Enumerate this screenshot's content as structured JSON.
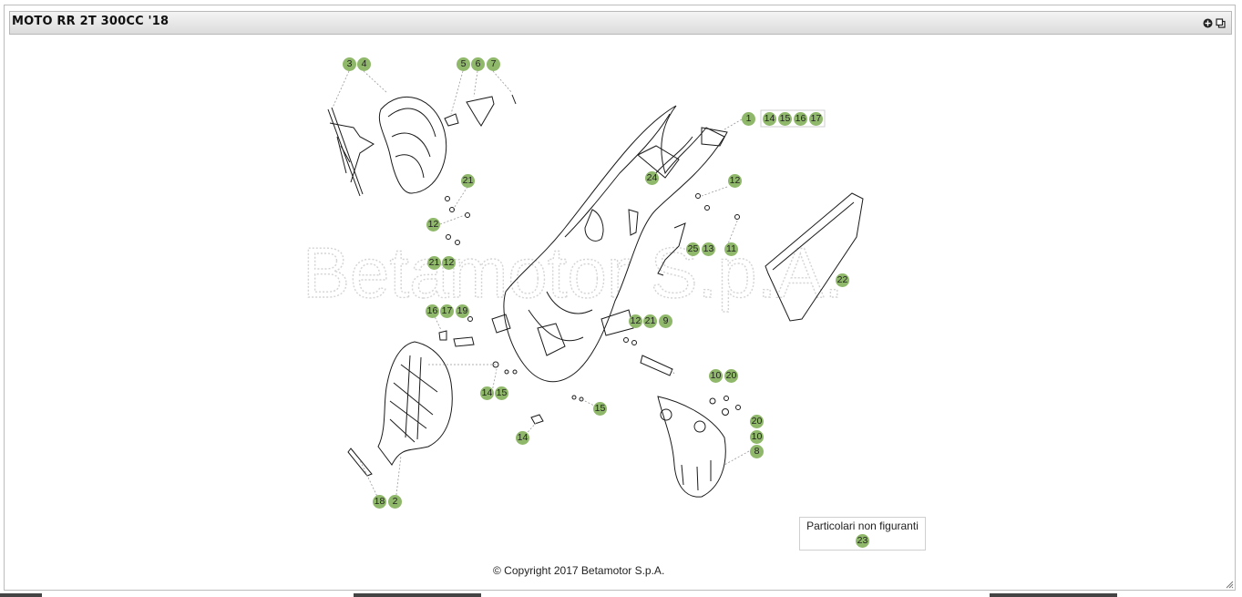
{
  "window": {
    "title": "MOTO RR 2T 300CC '18",
    "icons": [
      "zoom-in-icon",
      "copy-icon"
    ]
  },
  "diagram": {
    "watermark": "Betamotor S.p.A.",
    "callouts": [
      {
        "id": "c3",
        "label": "3"
      },
      {
        "id": "c4",
        "label": "4"
      },
      {
        "id": "c5",
        "label": "5"
      },
      {
        "id": "c6",
        "label": "6"
      },
      {
        "id": "c7",
        "label": "7"
      },
      {
        "id": "c1",
        "label": "1"
      },
      {
        "id": "c14a",
        "label": "14"
      },
      {
        "id": "c15a",
        "label": "15"
      },
      {
        "id": "c16a",
        "label": "16"
      },
      {
        "id": "c17a",
        "label": "17"
      },
      {
        "id": "c21a",
        "label": "21"
      },
      {
        "id": "c24",
        "label": "24"
      },
      {
        "id": "c12a",
        "label": "12"
      },
      {
        "id": "c12b",
        "label": "12"
      },
      {
        "id": "c25",
        "label": "25"
      },
      {
        "id": "c13",
        "label": "13"
      },
      {
        "id": "c11",
        "label": "11"
      },
      {
        "id": "c21b",
        "label": "21"
      },
      {
        "id": "c12c",
        "label": "12"
      },
      {
        "id": "c22",
        "label": "22"
      },
      {
        "id": "c16b",
        "label": "16"
      },
      {
        "id": "c17b",
        "label": "17"
      },
      {
        "id": "c19",
        "label": "19"
      },
      {
        "id": "c12d",
        "label": "12"
      },
      {
        "id": "c21c",
        "label": "21"
      },
      {
        "id": "c9",
        "label": "9"
      },
      {
        "id": "c10a",
        "label": "10"
      },
      {
        "id": "c20a",
        "label": "20"
      },
      {
        "id": "c14b",
        "label": "14"
      },
      {
        "id": "c15b",
        "label": "15"
      },
      {
        "id": "c15c",
        "label": "15"
      },
      {
        "id": "c20b",
        "label": "20"
      },
      {
        "id": "c10b",
        "label": "10"
      },
      {
        "id": "c8",
        "label": "8"
      },
      {
        "id": "c14c",
        "label": "14"
      },
      {
        "id": "c18",
        "label": "18"
      },
      {
        "id": "c2",
        "label": "2"
      }
    ],
    "not_shown": {
      "label": "Particolari non figuranti",
      "callout": "23"
    }
  },
  "footer": {
    "copyright": "© Copyright 2017 Betamotor S.p.A."
  },
  "colors": {
    "callout": "#8fb86a",
    "titlebar": "#e2e2e2",
    "line": "#1a1a1a"
  }
}
